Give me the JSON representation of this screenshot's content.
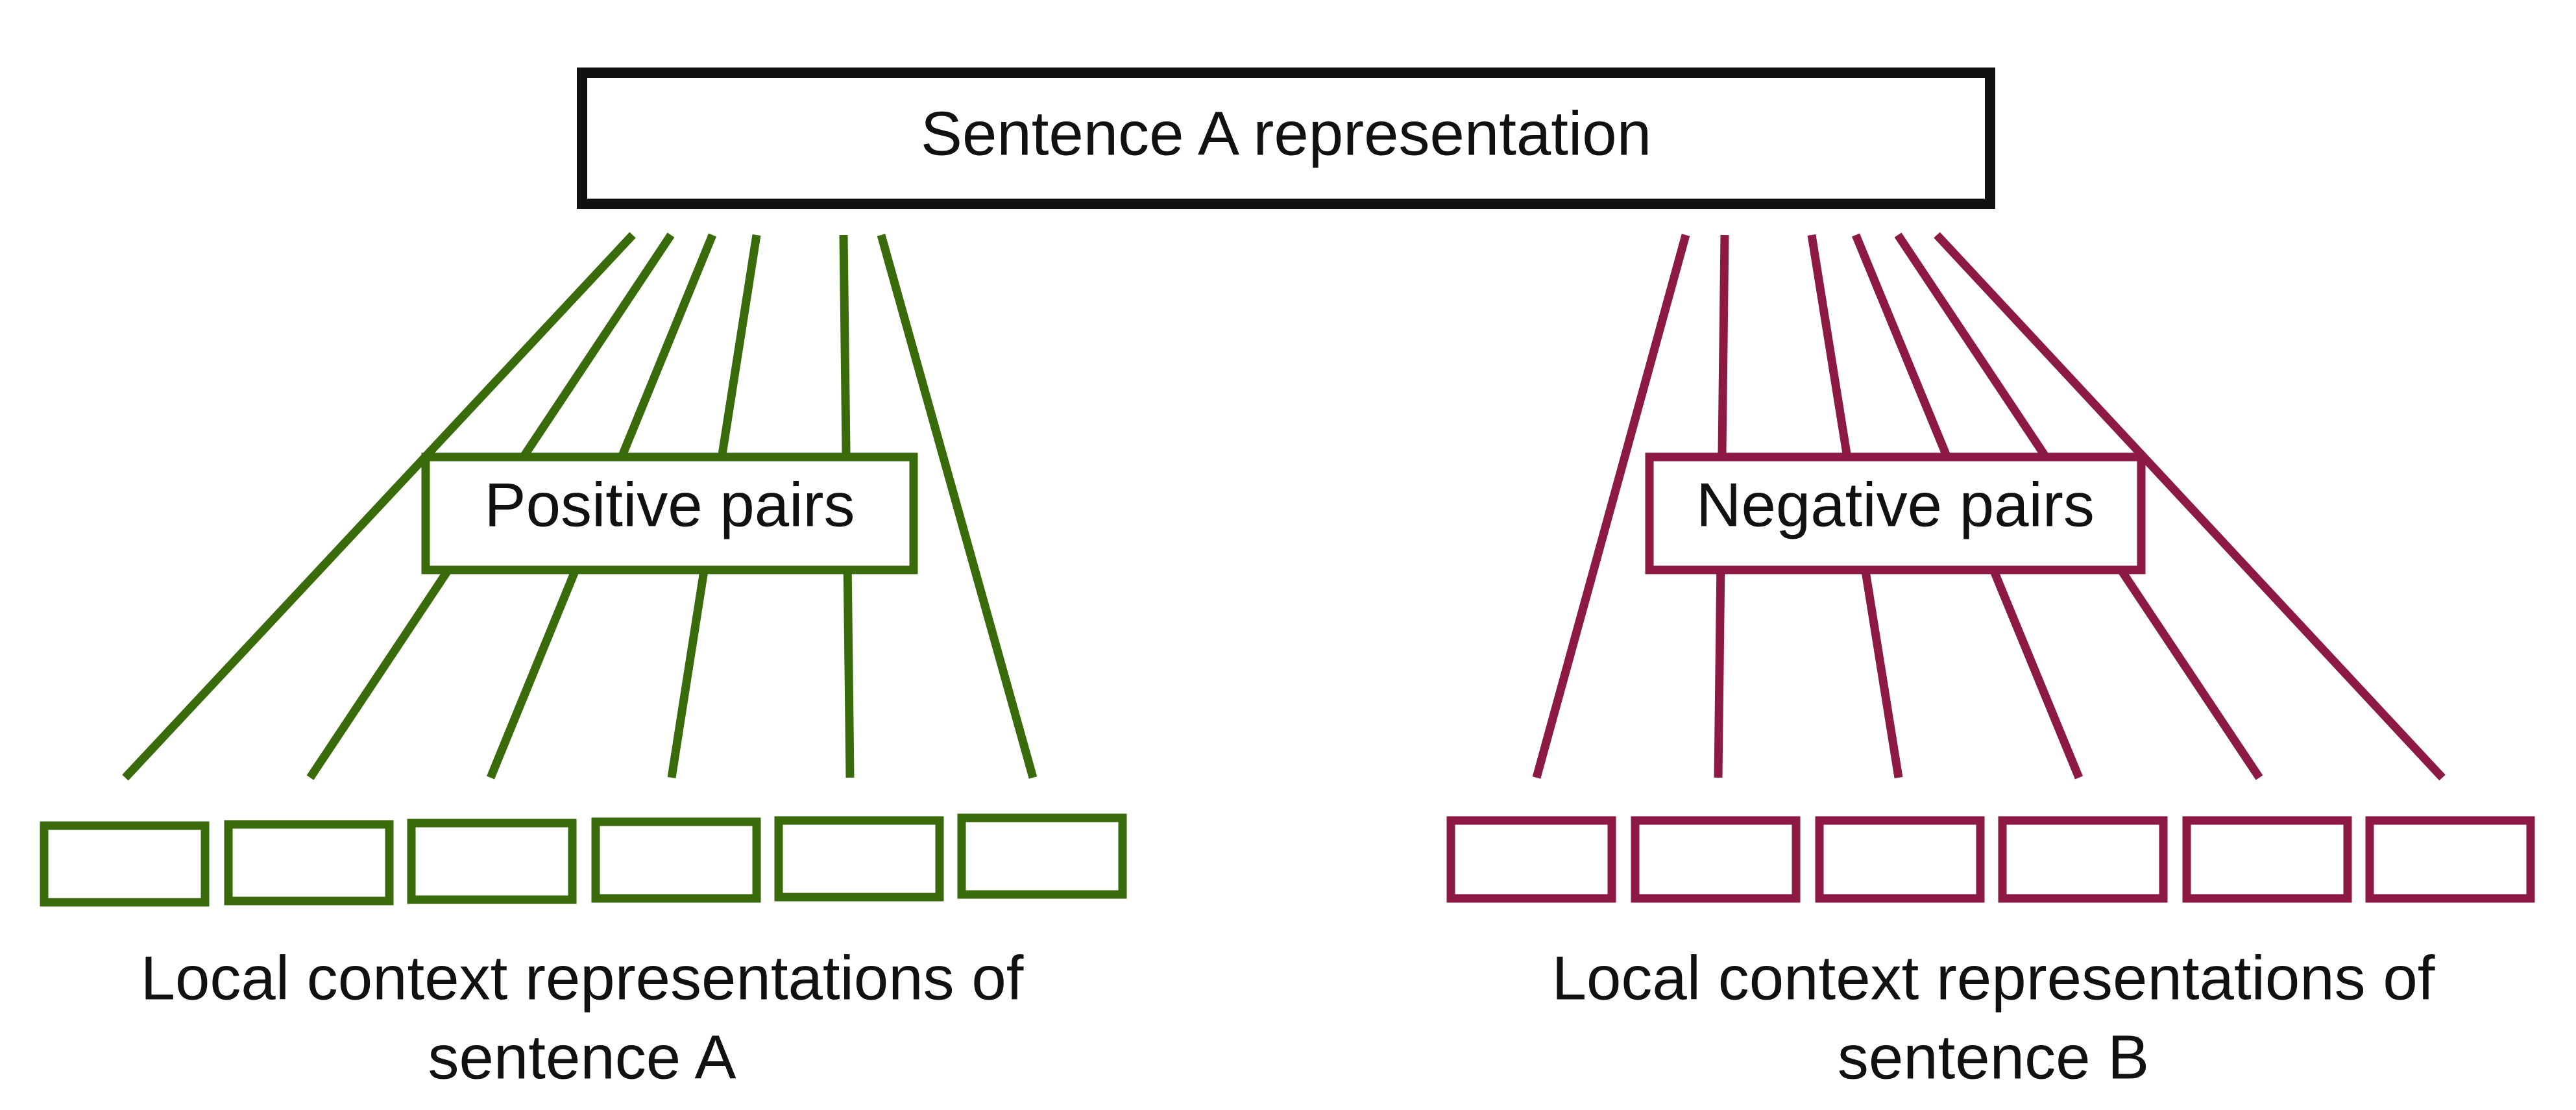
{
  "top_box": {
    "label": "Sentence A representation",
    "color": "#111111"
  },
  "positive": {
    "label": "Positive pairs",
    "caption_line1": "Local context representations of",
    "caption_line2": "sentence A",
    "color": "#3a6b0a"
  },
  "negative": {
    "label": "Negative pairs",
    "caption_line1": "Local context representations of",
    "caption_line2": "sentence B",
    "color": "#8c1a45"
  }
}
